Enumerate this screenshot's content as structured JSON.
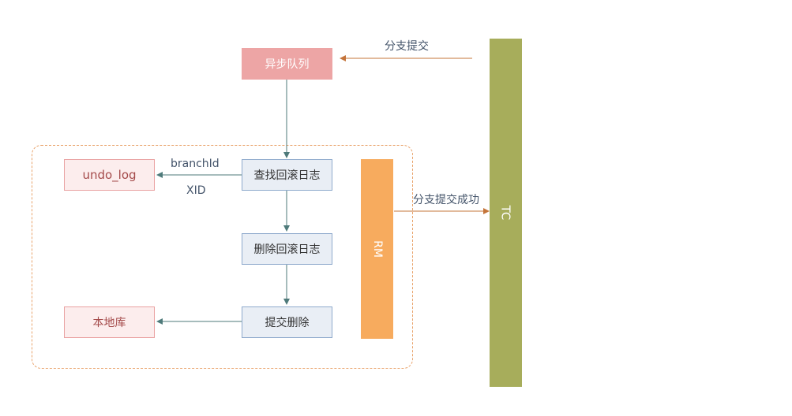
{
  "nodes": {
    "async_queue": "异步队列",
    "find_undo": "查找回滚日志",
    "delete_undo": "删除回滚日志",
    "commit_delete": "提交删除",
    "undo_log": "undo_log",
    "local_db": "本地库",
    "rm": "RM",
    "tc": "TC"
  },
  "edge_labels": {
    "branch_commit": "分支提交",
    "branch_commit_success": "分支提交成功",
    "branch_id": "branchId",
    "xid": "XID"
  },
  "colors": {
    "queue_fill": "#EDA5A5",
    "step_fill": "#E9EEF5",
    "step_border": "#8FAACC",
    "store_fill": "#FCEDED",
    "store_border": "#E9A1A1",
    "store_text": "#A44A4A",
    "rm_fill": "#F7AB5E",
    "tc_fill": "#A7AD5B",
    "teal_arrow": "#4E7A7A",
    "orange_arrow": "#C4743A",
    "dashed_border": "#E9A36B"
  }
}
